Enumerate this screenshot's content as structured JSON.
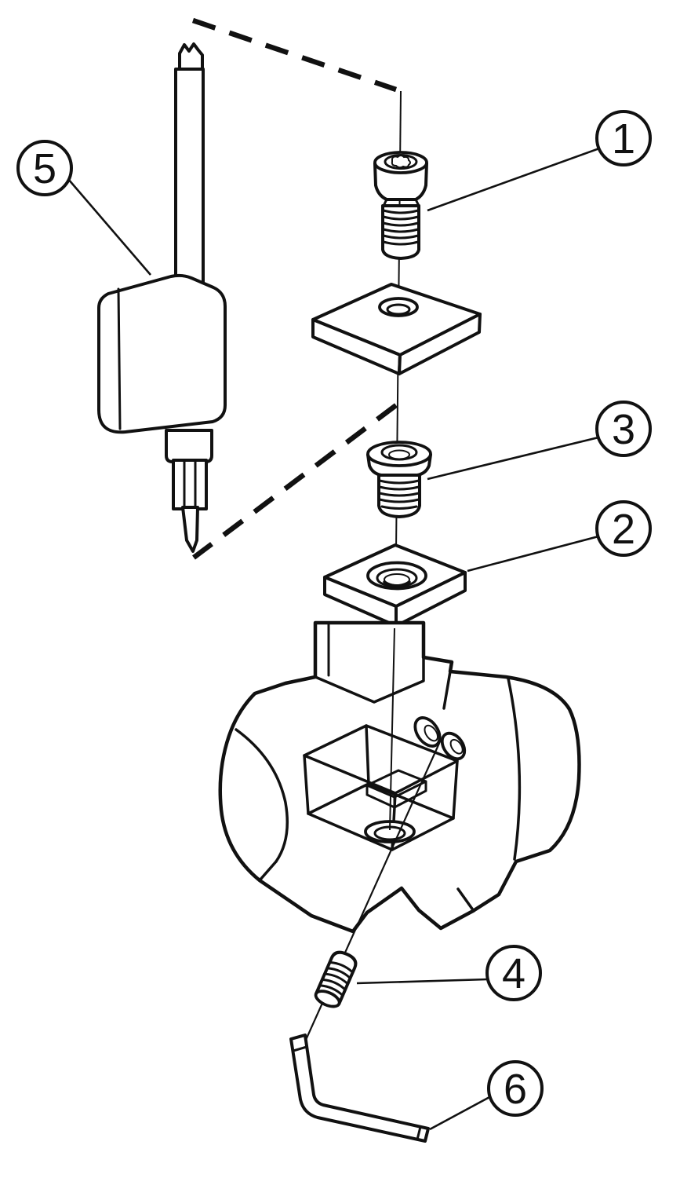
{
  "figure": {
    "kind": "exploded-parts-diagram",
    "background_color": "#ffffff",
    "line_color": "#111111"
  },
  "callouts": [
    {
      "label": "1",
      "part": "insert-screw"
    },
    {
      "label": "2",
      "part": "shim-seat"
    },
    {
      "label": "3",
      "part": "shim-screw"
    },
    {
      "label": "4",
      "part": "set-screw"
    },
    {
      "label": "5",
      "part": "torx-driver"
    },
    {
      "label": "6",
      "part": "hex-key"
    }
  ]
}
